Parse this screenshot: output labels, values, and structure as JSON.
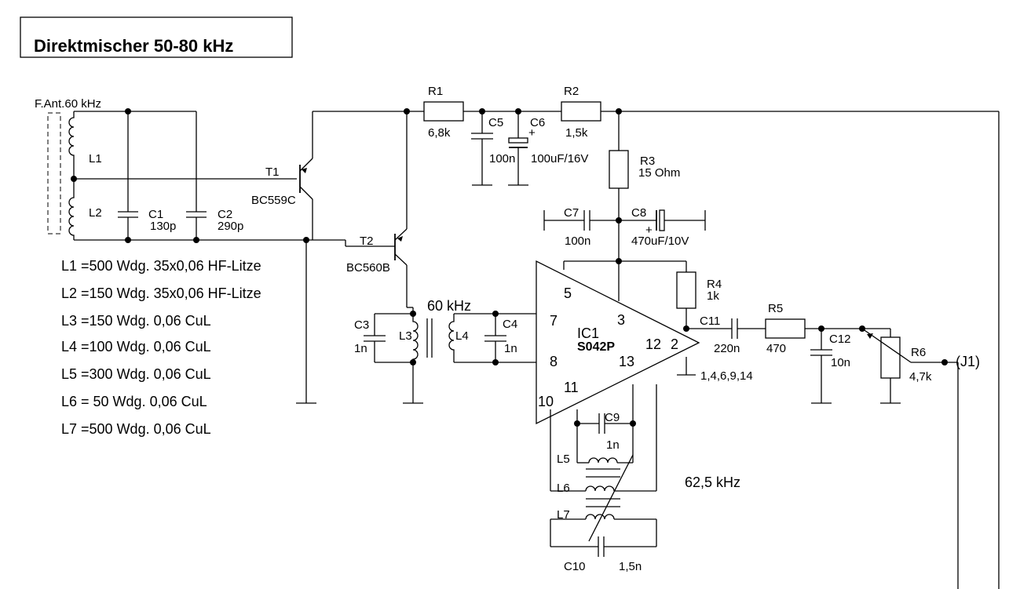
{
  "title": "Direktmischer 50-80 kHz",
  "antenna": {
    "label": "F.Ant.60 kHz"
  },
  "components": {
    "L1": {
      "ref": "L1"
    },
    "L2": {
      "ref": "L2"
    },
    "C1": {
      "ref": "C1",
      "value": "130p"
    },
    "C2": {
      "ref": "C2",
      "value": "290p"
    },
    "T1": {
      "ref": "T1",
      "type": "BC559C"
    },
    "T2": {
      "ref": "T2",
      "type": "BC560B"
    },
    "R1": {
      "ref": "R1",
      "value": "6,8k"
    },
    "R2": {
      "ref": "R2",
      "value": "1,5k"
    },
    "R3": {
      "ref": "R3",
      "value": "15 Ohm"
    },
    "R4": {
      "ref": "R4",
      "value": "1k"
    },
    "R5": {
      "ref": "R5",
      "value": "470"
    },
    "R6": {
      "ref": "R6",
      "value": "4,7k"
    },
    "C3": {
      "ref": "C3",
      "value": "1n"
    },
    "C4": {
      "ref": "C4",
      "value": "1n"
    },
    "C5": {
      "ref": "C5",
      "value": "100n"
    },
    "C6": {
      "ref": "C6",
      "value": "100uF/16V"
    },
    "C7": {
      "ref": "C7",
      "value": "100n"
    },
    "C8": {
      "ref": "C8",
      "value": "470uF/10V"
    },
    "C9": {
      "ref": "C9",
      "value": "1n"
    },
    "C10": {
      "ref": "C10",
      "value": "1,5n"
    },
    "C11": {
      "ref": "C11",
      "value": "220n"
    },
    "C12": {
      "ref": "C12",
      "value": "10n"
    },
    "L3": {
      "ref": "L3"
    },
    "L4": {
      "ref": "L4"
    },
    "L5": {
      "ref": "L5"
    },
    "L6": {
      "ref": "L6"
    },
    "L7": {
      "ref": "L7"
    },
    "J1": {
      "ref": "(J1)"
    }
  },
  "ic": {
    "ref": "IC1",
    "type": "S042P",
    "pins": {
      "p5": "5",
      "p7": "7",
      "p3": "3",
      "p8": "8",
      "p13": "13",
      "p12": "12",
      "p2": "2",
      "p11": "11",
      "p10": "10"
    },
    "gnd_pins": "1,4,6,9,14"
  },
  "freq_labels": {
    "f1": "60 kHz",
    "f2": "62,5 kHz"
  },
  "winding_notes": [
    "L1 =500 Wdg. 35x0,06 HF-Litze",
    "L2 =150 Wdg. 35x0,06 HF-Litze",
    "L3 =150 Wdg. 0,06 CuL",
    "L4 =100 Wdg. 0,06 CuL",
    "L5 =300 Wdg. 0,06 CuL",
    "L6 = 50 Wdg.  0,06 CuL",
    "L7 =500 Wdg. 0,06 CuL"
  ]
}
